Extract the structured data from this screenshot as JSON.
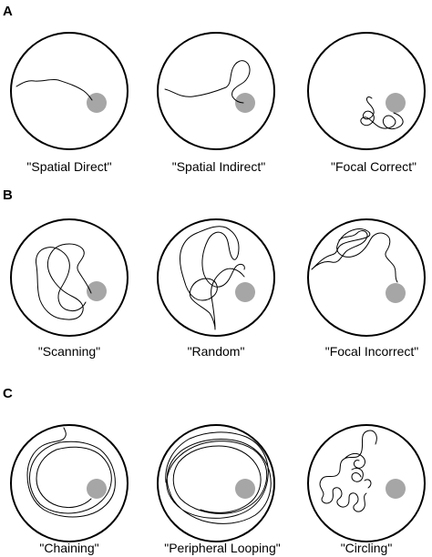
{
  "colors": {
    "platform": "#a6a6a6",
    "outline": "#000000",
    "path": "#000000"
  },
  "panels": [
    {
      "letter": "A",
      "strategies": [
        {
          "label": "\"Spatial Direct\""
        },
        {
          "label": "\"Spatial Indirect\""
        },
        {
          "label": "\"Focal Correct\""
        }
      ]
    },
    {
      "letter": "B",
      "strategies": [
        {
          "label": "\"Scanning\""
        },
        {
          "label": "\"Random\""
        },
        {
          "label": "\"Focal Incorrect\""
        }
      ]
    },
    {
      "letter": "C",
      "strategies": [
        {
          "label": "\"Chaining\""
        },
        {
          "label": "\"Peripheral Looping\""
        },
        {
          "label": "\"Circling\""
        }
      ]
    }
  ]
}
